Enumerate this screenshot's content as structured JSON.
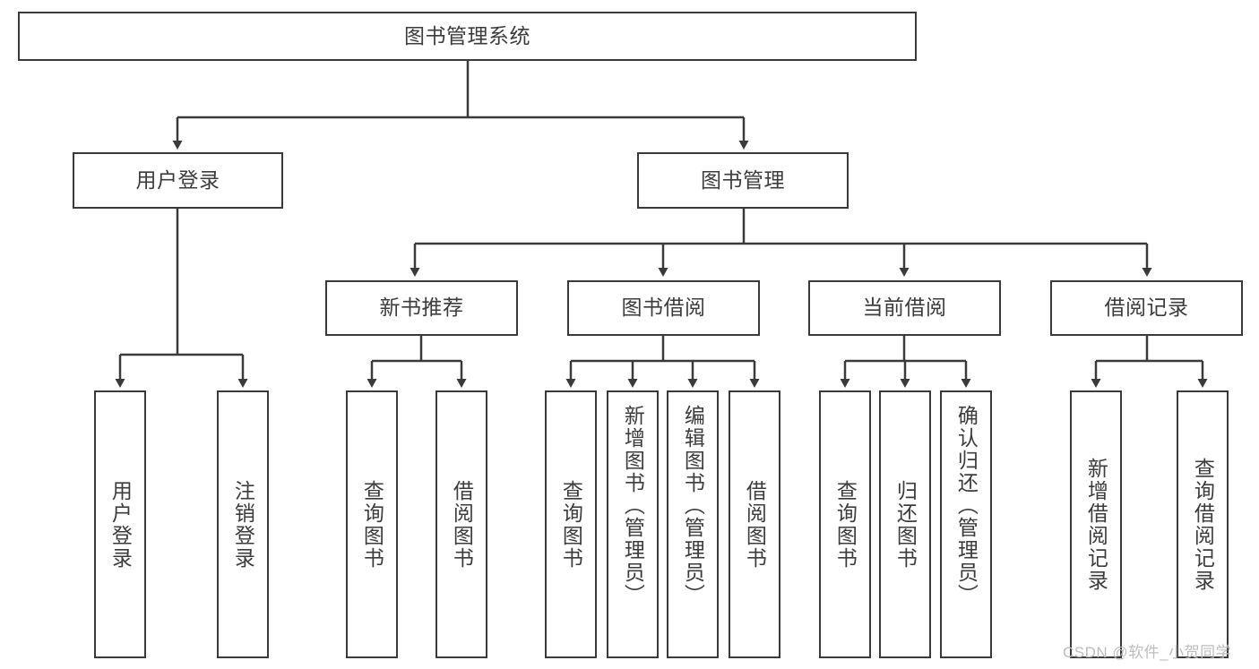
{
  "diagram": {
    "type": "tree",
    "title": "图书管理系统",
    "watermark": "CSDN @软件_小贺同学",
    "colors": {
      "node_border": "#3a3a3a",
      "node_fill": "#ffffff",
      "text": "#3c3c3c",
      "edge": "#3a3a3a",
      "watermark": "#bdbdbd"
    },
    "nodes": {
      "root": {
        "label": "图书管理系统"
      },
      "tier1": [
        {
          "label": "用户登录"
        },
        {
          "label": "图书管理"
        }
      ],
      "tier2": [
        {
          "label": "新书推荐"
        },
        {
          "label": "图书借阅"
        },
        {
          "label": "当前借阅"
        },
        {
          "label": "借阅记录"
        }
      ],
      "leaves_user_login": [
        {
          "label": "用户登录"
        },
        {
          "label": "注销登录"
        }
      ],
      "leaves_new_book": [
        {
          "label": "查询图书"
        },
        {
          "label": "借阅图书"
        }
      ],
      "leaves_borrow": [
        {
          "label": "查询图书"
        },
        {
          "label": "新增图书（管理员）"
        },
        {
          "label": "编辑图书（管理员）"
        },
        {
          "label": "借阅图书"
        }
      ],
      "leaves_current": [
        {
          "label": "查询图书"
        },
        {
          "label": "归还图书"
        },
        {
          "label": "确认归还（管理员）"
        }
      ],
      "leaves_record": [
        {
          "label": "新增借阅记录"
        },
        {
          "label": "查询借阅记录"
        }
      ]
    }
  }
}
